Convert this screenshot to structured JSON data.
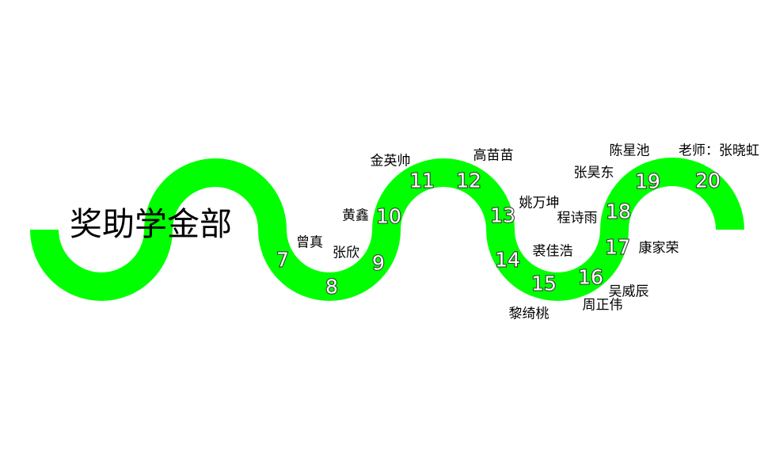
{
  "title": "奖助学金部",
  "line_color": "#00ff00",
  "stations": [
    "7",
    "8",
    "9",
    "10",
    "11",
    "12",
    "13",
    "14",
    "15",
    "16",
    "17",
    "18",
    "19",
    "20"
  ],
  "names": [
    "曾真",
    "张欣",
    "黄鑫",
    "金英帅",
    "高苗苗",
    "姚万坤",
    "裘佳浩",
    "黎绮桃",
    "周正伟",
    "吴威辰",
    "康家荣",
    "程诗雨",
    "张昊东",
    "陈星池",
    "老师：张晓虹"
  ]
}
